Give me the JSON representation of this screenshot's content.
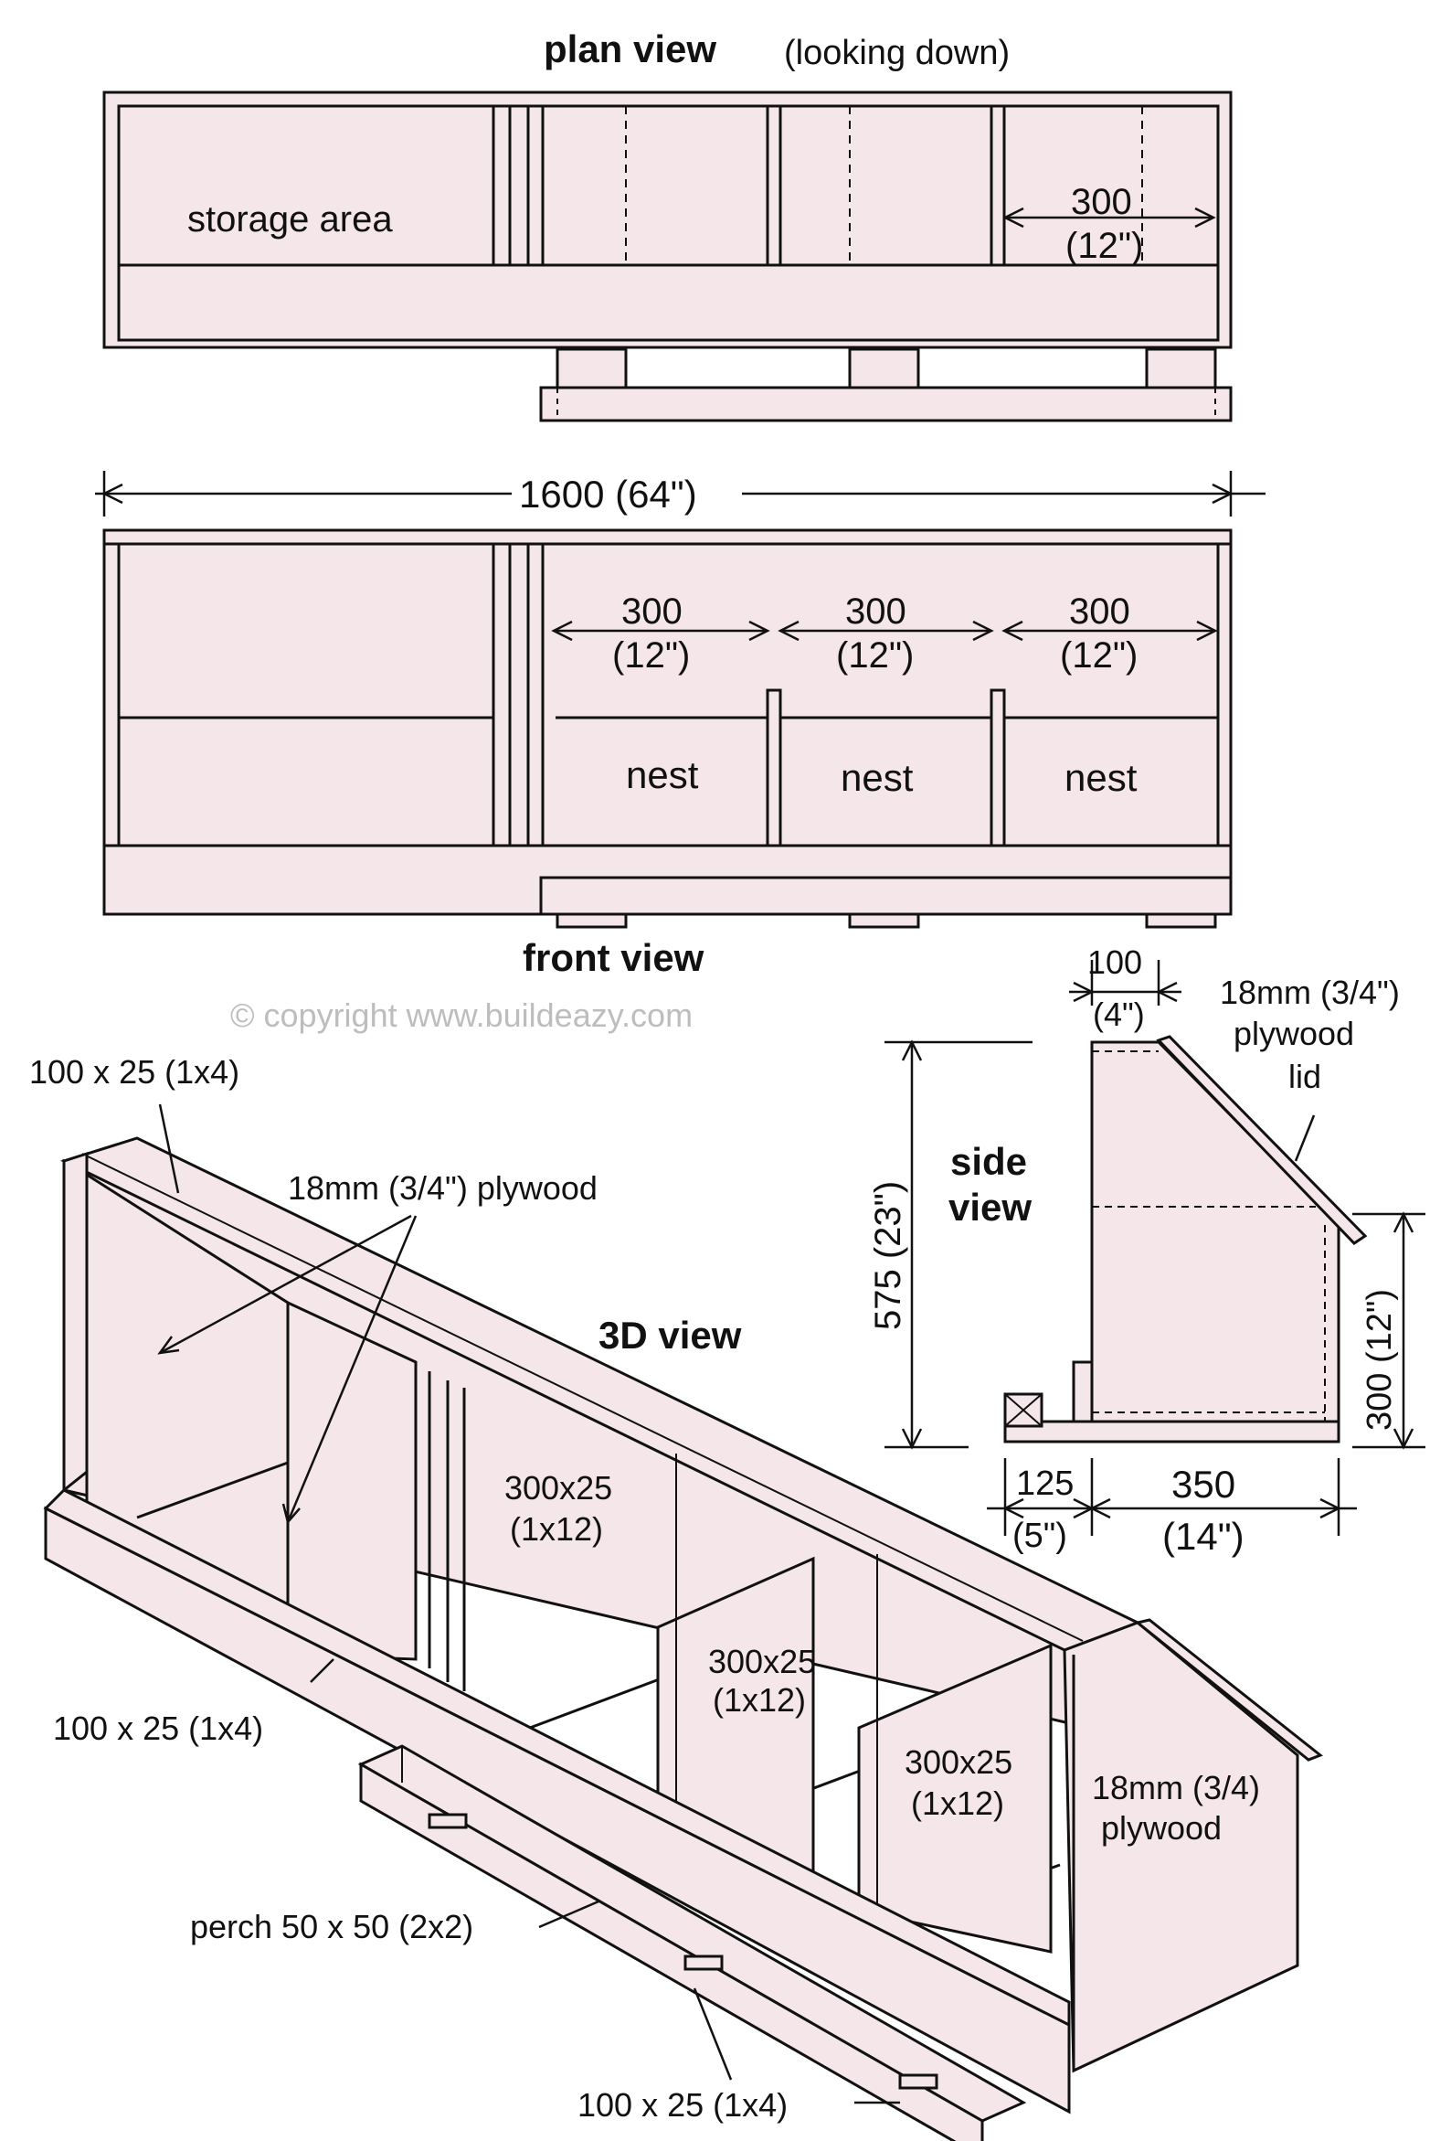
{
  "colors": {
    "fill": "#f5e6ea",
    "stroke": "#111111",
    "copyright": "#bdbdbd"
  },
  "plan": {
    "title": "plan view",
    "subtitle": "(looking down)",
    "storage": "storage area",
    "dim_mm": "300",
    "dim_in": "(12\")"
  },
  "front": {
    "overall": "1600 (64\")",
    "dims": [
      {
        "mm": "300",
        "in": "(12\")"
      },
      {
        "mm": "300",
        "in": "(12\")"
      },
      {
        "mm": "300",
        "in": "(12\")"
      }
    ],
    "nests": [
      "nest",
      "nest",
      "nest"
    ],
    "title": "front view"
  },
  "copyright": "© copyright www.buildeazy.com",
  "side": {
    "title_1": "side",
    "title_2": "view",
    "top_mm": "100",
    "top_in": "(4\")",
    "lid_1": "18mm (3/4\")",
    "lid_2": "plywood",
    "lid_3": "lid",
    "height": "575 (23\")",
    "nest_h": "300 (12\")",
    "w1_mm": "125",
    "w1_in": "(5\")",
    "w2_mm": "350",
    "w2_in": "(14\")"
  },
  "three_d": {
    "title": "3D view",
    "top_board": "100 x 25 (1x4)",
    "plywood": "18mm (3/4\") plywood",
    "front_board": "100 x 25 (1x4)",
    "dividers": [
      {
        "a": "300x25",
        "b": "(1x12)"
      },
      {
        "a": "300x25",
        "b": "(1x12)"
      },
      {
        "a": "300x25",
        "b": "(1x12)"
      }
    ],
    "end_1": "18mm (3/4)",
    "end_2": "plywood",
    "perch": "perch 50 x 50 (2x2)",
    "bottom_board": "100 x 25 (1x4)"
  }
}
